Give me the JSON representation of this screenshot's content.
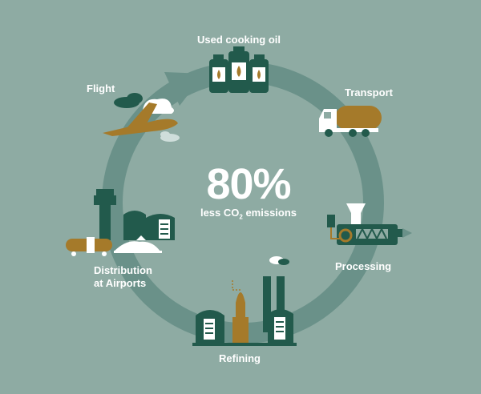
{
  "colors": {
    "background": "#8eaba3",
    "cycle_ring": "#6a9189",
    "dark_green": "#225a4c",
    "brown": "#a57a2a",
    "white": "#ffffff"
  },
  "center": {
    "value": "80%",
    "text_before": "less CO",
    "subscript": "2",
    "text_after": " emissions"
  },
  "steps": [
    {
      "label": "Used cooking oil",
      "icon": "oil-bottles-icon"
    },
    {
      "label": "Transport",
      "icon": "tanker-truck-icon"
    },
    {
      "label": "Processing",
      "icon": "processing-machine-icon"
    },
    {
      "label": "Refining",
      "icon": "refinery-icon"
    },
    {
      "label_line1": "Distribution",
      "label_line2": "at Airports",
      "icon": "airport-storage-icon"
    },
    {
      "label": "Flight",
      "icon": "airplane-icon"
    }
  ]
}
